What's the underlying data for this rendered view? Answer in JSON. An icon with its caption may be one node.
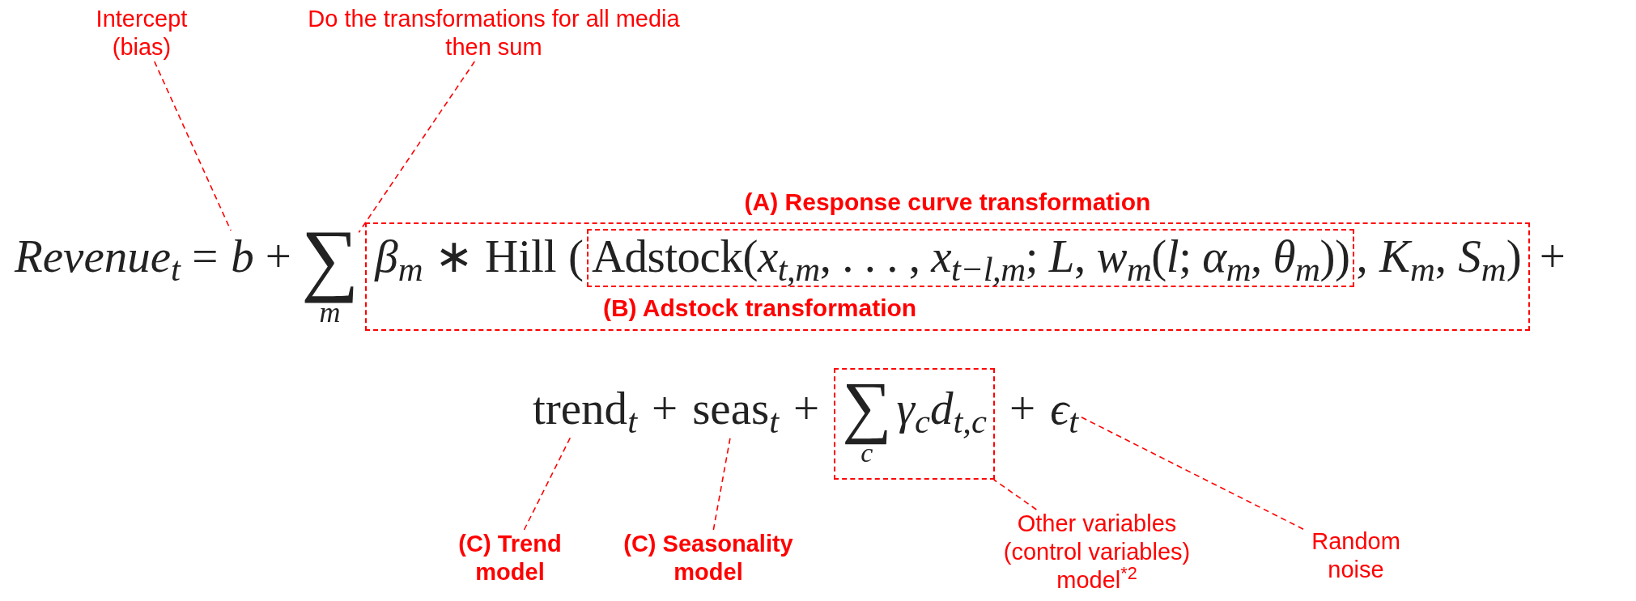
{
  "diagram": {
    "nodes": [
      {
        "text": [
          "Intercept (bias)"
        ]
      },
      {
        "text": [
          "Do the transformations for all media then sum"
        ]
      },
      {
        "text": [
          "*b*"
        ]
      },
      {
        "text": [
          "∑",
          "m"
        ]
      },
      {
        "text": [
          "(A) Response curve transformation",
          "*β*$_{m}$ ∗ Hill (",
          ", *K*$_{m}$, *S*$_{m}$)"
        ]
      },
      {
        "text": [
          "Adstock(*x*$_{t,m}$, . . . , *x*$_{t−l,m}$; *L*, *w*$_{m}$(*l*; *α*$_{m}$, *θ*$_{m}$))",
          "(B) Adstock transformation"
        ],
        "in": 4
      },
      {
        "text": [
          "trend$_{t}$"
        ]
      },
      {
        "text": [
          "seas$_{t}$"
        ]
      },
      {
        "text": [
          "∑",
          "c",
          "*γ*$_{c}$*d*$_{t,c}$"
        ]
      },
      {
        "text": [
          "*ϵ*$_{t}$"
        ]
      },
      {
        "text": [
          "(C) Trend model"
        ]
      },
      {
        "text": [
          "(C) Seasonality model"
        ]
      },
      {
        "text": [
          "Other variables (control variables) model$^{*2}$"
        ]
      },
      {
        "text": [
          "Random noise"
        ]
      }
    ],
    "edges": [
      {
        "from": 0,
        "to": 2,
        "arrow": "none",
        "style": "dashed"
      },
      {
        "from": 1,
        "to": 3,
        "arrow": "none",
        "style": "dashed"
      },
      {
        "from": 10,
        "to": 6,
        "arrow": "none",
        "style": "dashed"
      },
      {
        "from": 11,
        "to": 7,
        "arrow": "none",
        "style": "dashed"
      },
      {
        "from": 12,
        "to": 8,
        "arrow": "none",
        "style": "dashed"
      },
      {
        "from": 13,
        "to": 9,
        "arrow": "none",
        "style": "dashed"
      }
    ],
    "labels": [
      "*Revenue*$_{t}$ =",
      "+",
      "+",
      "+",
      "+",
      "+"
    ]
  }
}
